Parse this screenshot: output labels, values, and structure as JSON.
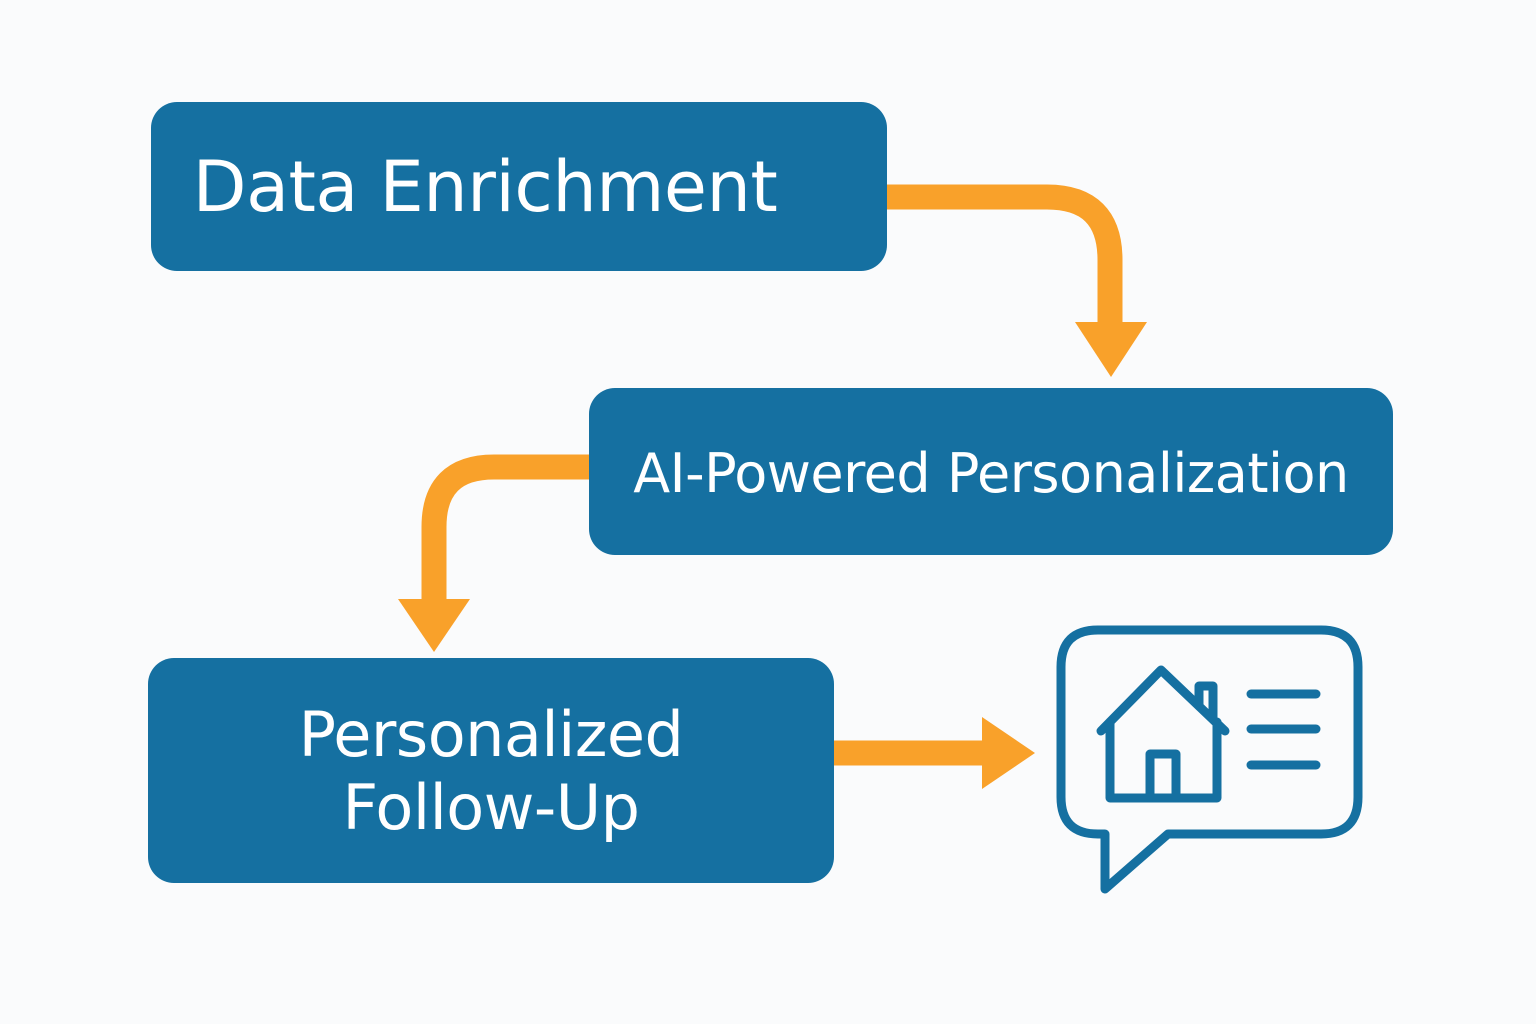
{
  "steps": {
    "step1": "Data Enrichment",
    "step2": "AI-Powered Personalization",
    "step3_line1": "Personalized",
    "step3_line2": "Follow-Up"
  },
  "colors": {
    "box": "#1570a1",
    "arrow": "#f9a12a",
    "text": "#ffffff",
    "icon": "#1570a1",
    "background": "#fafbfc"
  },
  "icon": "home-message-bubble-icon"
}
